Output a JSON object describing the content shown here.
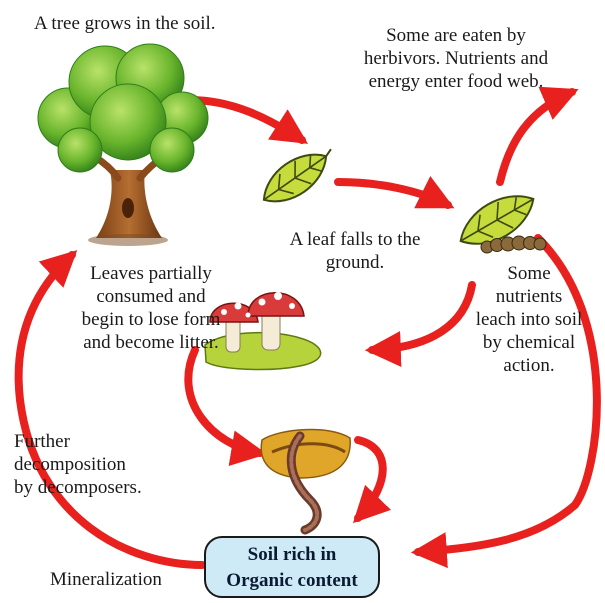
{
  "labels": {
    "tree_grows": "A tree grows in the soil.",
    "eaten_1": "Some are eaten by",
    "eaten_2": "herbivors. Nutrients and",
    "eaten_3": "energy enter food web.",
    "leaf_falls_1": "A leaf falls to the",
    "leaf_falls_2": "ground.",
    "leaves_consumed_1": "Leaves partially",
    "leaves_consumed_2": "consumed and",
    "leaves_consumed_3": "begin to lose form",
    "leaves_consumed_4": "and become litter.",
    "leach_1": "Some",
    "leach_2": "nutrients",
    "leach_3": "leach into soil",
    "leach_4": "by chemical",
    "leach_5": "action.",
    "further_1": "Further",
    "further_2": "decomposition",
    "further_3": "by decomposers.",
    "mineralization": "Mineralization",
    "soil_1": "Soil rich in",
    "soil_2": "Organic content"
  },
  "colors": {
    "arrow": "#e8211f",
    "soil_box": "#cfeaf7",
    "leaf": "#c6dc3c",
    "tree_leaves": "#69b52c",
    "trunk": "#a2612a"
  },
  "icons": [
    "tree-icon",
    "leaf-icon",
    "caterpillar-on-leaf-icon",
    "mushroom-icon",
    "earthworm-icon"
  ]
}
